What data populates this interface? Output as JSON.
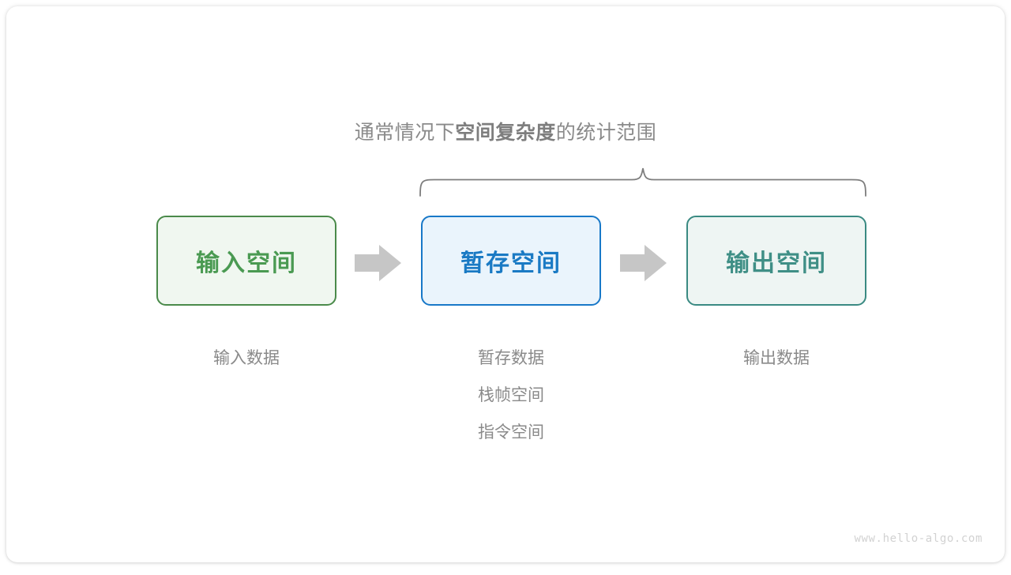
{
  "caption": {
    "prefix": "通常情况下",
    "emphasis": "空间复杂度",
    "suffix": "的统计范围"
  },
  "boxes": [
    {
      "key": "input",
      "label": "输入空间",
      "border_color": "#4a8a4a",
      "fill_color": "#f0f7f0",
      "text_color": "#4a9a52"
    },
    {
      "key": "temp",
      "label": "暂存空间",
      "border_color": "#1878c8",
      "fill_color": "#eaf4fc",
      "text_color": "#1a7ac4"
    },
    {
      "key": "output",
      "label": "输出空间",
      "border_color": "#3a8a82",
      "fill_color": "#eef5f3",
      "text_color": "#3f8f86"
    }
  ],
  "arrows": [
    {
      "key": "input-to-temp",
      "icon": "right-arrow-icon",
      "color": "#c6c6c6"
    },
    {
      "key": "temp-to-output",
      "icon": "right-arrow-icon",
      "color": "#c6c6c6"
    }
  ],
  "labels": {
    "input": [
      "输入数据"
    ],
    "temp": [
      "暂存数据",
      "栈帧空间",
      "指令空间"
    ],
    "output": [
      "输出数据"
    ]
  },
  "brace": {
    "name": "curly-brace-bracket",
    "color": "#7d7d7d",
    "covers": [
      "暂存空间",
      "输出空间"
    ]
  },
  "watermark": "www.hello-algo.com",
  "colors": {
    "canvas": "#ffffff",
    "muted_text": "#8a8a8a",
    "watermark": "#d2d2d2"
  }
}
